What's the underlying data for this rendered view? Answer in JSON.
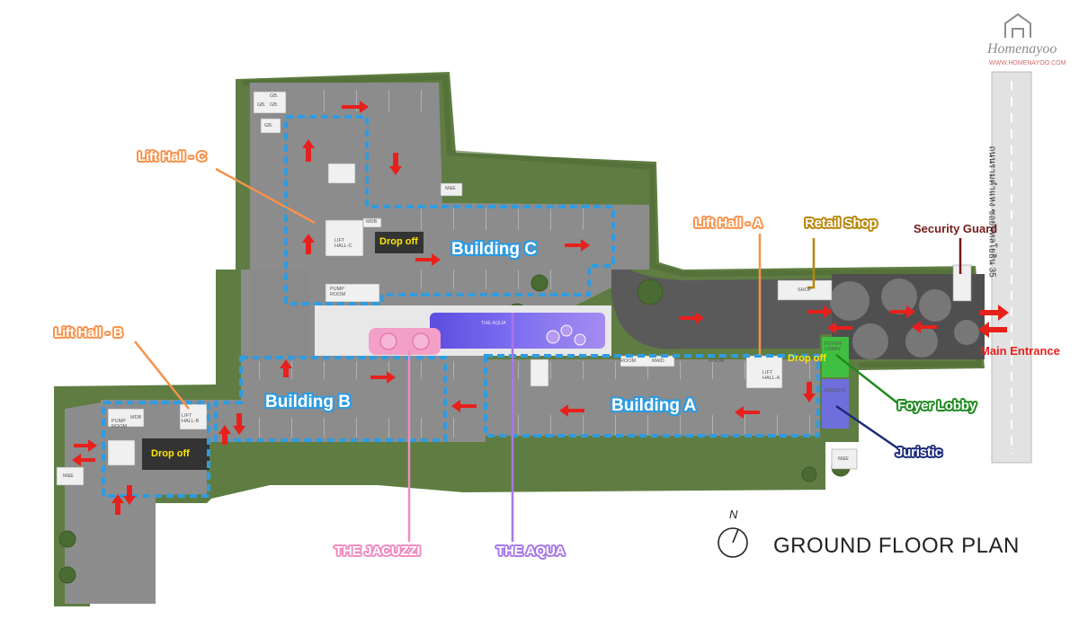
{
  "logo": {
    "brand": "Homenayoo",
    "url_text": "WWW.HOMENAYOO.COM"
  },
  "title": "GROUND FLOOR PLAN",
  "compass": {
    "letter": "N"
  },
  "road_label": "ถนนรามคำแหง ซอยพหลโยธิน 35",
  "labels": {
    "lift_hall_c": "Lift Hall - C",
    "lift_hall_b": "Lift Hall - B",
    "lift_hall_a": "Lift Hall - A",
    "retail_shop": "Retail Shop",
    "security_guard": "Security Guard",
    "main_entrance": "Main Entrance",
    "foyer_lobby": "Foyer Lobby",
    "juristic": "Juristic",
    "the_jacuzzi": "THE JACUZZI",
    "the_aqua": "THE AQUA"
  },
  "buildings": {
    "a": "Building A",
    "b": "Building B",
    "c": "Building C"
  },
  "drop_off": "Drop off",
  "rooms": {
    "gb": "GB.",
    "me": "M&E",
    "mdb": "MDB",
    "lift_hall_c": "LIFT HALL-C",
    "lift_hall_b": "LIFT HALL-B",
    "lift_hall_a": "LIFT HALL-A",
    "pump_room": "PUMP ROOM",
    "shop": "SHOP",
    "foyer_lobby": "FOYER LOBBY",
    "juristic": "JURISTIC",
    "room": "ROOM",
    "maid": "MAID",
    "the_aqua": "THE AQUA"
  },
  "colors": {
    "lift_hall": "#f7914a",
    "retail_shop": "#b8860b",
    "security_guard": "#7a1a1a",
    "main_entrance": "#e8201c",
    "foyer_lobby": "#1f8a1f",
    "juristic": "#1b2a7a",
    "jacuzzi": "#f08cc0",
    "aqua": "#a678e6",
    "building": "#2f9be0",
    "arrow": "#e8201c"
  }
}
